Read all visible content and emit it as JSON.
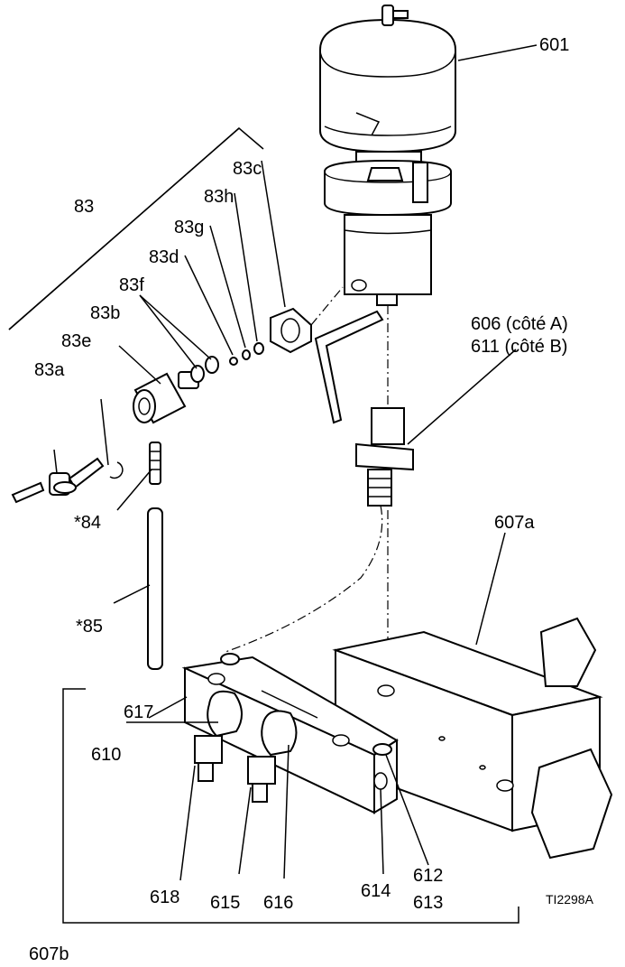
{
  "labels": {
    "p601": "601",
    "p606": "606 (côté A)",
    "p611": "611 (côté B)",
    "p83": "83",
    "p83a": "83a",
    "p83b": "83b",
    "p83c": "83c",
    "p83d": "83d",
    "p83e": "83e",
    "p83f": "83f",
    "p83g": "83g",
    "p83h": "83h",
    "p84": "*84",
    "p85": "*85",
    "p607a": "607a",
    "p607b": "607b",
    "p610": "610",
    "p612": "612",
    "p613": "613",
    "p614": "614",
    "p615": "615",
    "p616": "616",
    "p617": "617",
    "p618": "618",
    "ref": "TI2298A"
  }
}
